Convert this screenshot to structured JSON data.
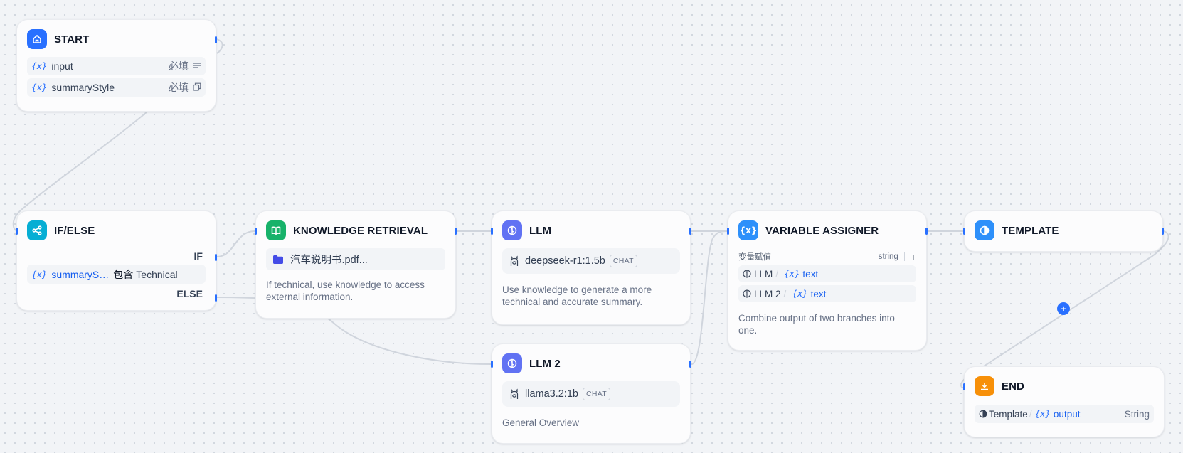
{
  "colors": {
    "start": "#2970ff",
    "ifelse": "#06aed4",
    "knowledge": "#17b26a",
    "llm": "#6172f3",
    "assigner": "#2e90fa",
    "template": "#2e90fa",
    "end": "#f79009",
    "edge": "#d0d5dd",
    "handle": "#2970ff"
  },
  "start": {
    "title": "START",
    "icon": "home-icon",
    "vars": [
      {
        "x": "{x}",
        "name": "input",
        "required": "必填",
        "icon": "paragraph-icon"
      },
      {
        "x": "{x}",
        "name": "summaryStyle",
        "required": "必填",
        "icon": "select-icon"
      }
    ]
  },
  "ifelse": {
    "title": "IF/ELSE",
    "icon": "branch-icon",
    "if_label": "IF",
    "condition": {
      "x": "{x}",
      "var": "summaryS…",
      "op": "包含",
      "value": "Technical"
    },
    "else_label": "ELSE"
  },
  "knowledge": {
    "title": "KNOWLEDGE RETRIEVAL",
    "icon": "book-icon",
    "file": "汽车说明书.pdf...",
    "desc": "If technical, use knowledge to access external information."
  },
  "llm": {
    "title": "LLM",
    "icon": "brain-icon",
    "model": "deepseek-r1:1.5b",
    "badge": "CHAT",
    "desc": "Use knowledge to generate a more technical and accurate summary."
  },
  "llm2": {
    "title": "LLM 2",
    "icon": "brain-icon",
    "model": "llama3.2:1b",
    "badge": "CHAT",
    "desc": "General Overview"
  },
  "assigner": {
    "title": "VARIABLE ASSIGNER",
    "icon": "variable-icon",
    "header_label": "变量赋值",
    "header_type": "string",
    "add": "+",
    "rows": [
      {
        "node": "LLM",
        "sep": "/",
        "x": "{x}",
        "var": "text"
      },
      {
        "node": "LLM 2",
        "sep": "/",
        "x": "{x}",
        "var": "text"
      }
    ],
    "desc": "Combine output of two branches into one."
  },
  "template": {
    "title": "TEMPLATE",
    "icon": "template-icon"
  },
  "end": {
    "title": "END",
    "icon": "end-icon",
    "output": {
      "node": "Template",
      "sep": "/",
      "x": "{x}",
      "var": "output",
      "type": "String"
    }
  },
  "add_button": "+"
}
